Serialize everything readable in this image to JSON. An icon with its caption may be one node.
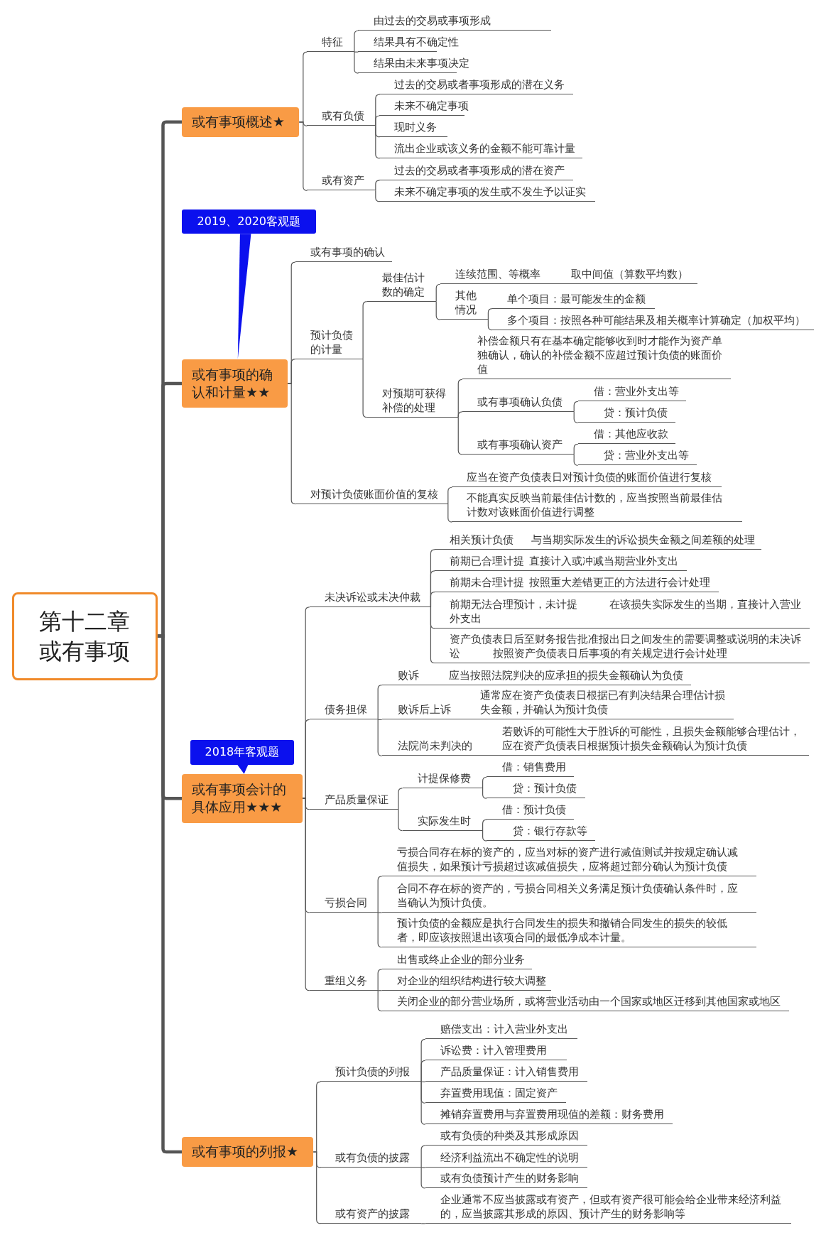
{
  "diagram": {
    "nodes": [
      {
        "text": [
          "第十二章或有事项"
        ]
      },
      {
        "text": [
          "或有事项概述★"
        ]
      },
      {
        "text": [
          "特征"
        ]
      },
      {
        "text": [
          "由过去的交易或事项形成"
        ]
      },
      {
        "text": [
          "结果具有不确定性"
        ]
      },
      {
        "text": [
          "结果由未来事项决定"
        ]
      },
      {
        "text": [
          "或有负债"
        ]
      },
      {
        "text": [
          "过去的交易或者事项形成的潜在义务"
        ]
      },
      {
        "text": [
          "未来不确定事项"
        ]
      },
      {
        "text": [
          "现时义务"
        ]
      },
      {
        "text": [
          "流出企业或该义务的金额不能可靠计量"
        ]
      },
      {
        "text": [
          "或有资产"
        ]
      },
      {
        "text": [
          "过去的交易或者事项形成的潜在资产"
        ]
      },
      {
        "text": [
          "未来不确定事项的发生或不发生予以证实"
        ]
      },
      {
        "text": [
          "2019、2020客观题"
        ]
      },
      {
        "text": [
          "或有事项的确认和计量★★"
        ]
      },
      {
        "text": [
          "或有事项的确认"
        ]
      },
      {
        "text": [
          "预计负债的计量"
        ]
      },
      {
        "text": [
          "最佳估计数的确定"
        ]
      },
      {
        "text": [
          "连续范围、等概率 取中间值（算数平均数）"
        ]
      },
      {
        "text": [
          "其他情况"
        ]
      },
      {
        "text": [
          "单个项目：最可能发生的金额"
        ]
      },
      {
        "text": [
          "多个项目：按照各种可能结果及相关概率计算确定（加权平均）"
        ]
      },
      {
        "text": [
          "对预期可获得补偿的处理"
        ]
      },
      {
        "text": [
          "补偿金额只有在基本确定能够收到时才能作为资产单独确认，确认的补偿金额不应超过预计负债的账面价值"
        ]
      },
      {
        "text": [
          "或有事项确认负债"
        ]
      },
      {
        "text": [
          "借：营业外支出等"
        ]
      },
      {
        "text": [
          "贷：预计负债"
        ]
      },
      {
        "text": [
          "或有事项确认资产"
        ]
      },
      {
        "text": [
          "借：其他应收款"
        ]
      },
      {
        "text": [
          "贷：营业外支出等"
        ]
      },
      {
        "text": [
          "对预计负债账面价值的复核"
        ]
      },
      {
        "text": [
          "应当在资产负债表日对预计负债的账面价值进行复核"
        ]
      },
      {
        "text": [
          "不能真实反映当前最佳估计数的，应当按照当前最佳估计数对该账面价值进行调整"
        ]
      },
      {
        "text": [
          "2018年客观题"
        ]
      },
      {
        "text": [
          "或有事项会计的具体应用★★★"
        ]
      },
      {
        "text": [
          "未决诉讼或未决仲裁"
        ]
      },
      {
        "text": [
          "相关预计负债 与当期实际发生的诉讼损失金额之间差额的处理"
        ]
      },
      {
        "text": [
          "前期已合理计提 直接计入或冲减当期营业外支出"
        ]
      },
      {
        "text": [
          "前期未合理计提 按照重大差错更正的方法进行会计处理"
        ]
      },
      {
        "text": [
          "前期无法合理预计，未计提 在该损失实际发生的当期，直接计入营业外支出"
        ]
      },
      {
        "text": [
          "资产负债表日后至财务报告批准报出日之间发生的需要调整或说明的未决诉讼 按照资产负债表日后事项的有关规定进行会计处理"
        ]
      },
      {
        "text": [
          "债务担保"
        ]
      },
      {
        "text": [
          "败诉",
          "应当按照法院判决的应承担的损失金额确认为负债"
        ]
      },
      {
        "text": [
          "败诉后上诉",
          "通常应在资产负债表日根据已有判决结果合理估计损失金额，并确认为预计负债"
        ]
      },
      {
        "text": [
          "法院尚未判决的",
          "若败诉的可能性大于胜诉的可能性，且损失金额能够合理估计，应在资产负债表日根据预计损失金额确认为预计负债"
        ]
      },
      {
        "text": [
          "产品质量保证"
        ]
      },
      {
        "text": [
          "计提保修费"
        ]
      },
      {
        "text": [
          "借：销售费用"
        ]
      },
      {
        "text": [
          "贷：预计负债"
        ]
      },
      {
        "text": [
          "实际发生时"
        ]
      },
      {
        "text": [
          "借：预计负债"
        ]
      },
      {
        "text": [
          "贷：银行存款等"
        ]
      },
      {
        "text": [
          "亏损合同"
        ]
      },
      {
        "text": [
          "亏损合同存在标的资产的，应当对标的资产进行减值测试并按规定确认减值损失，如果预计亏损超过该减值损失，应将超过部分确认为预计负债"
        ]
      },
      {
        "text": [
          "合同不存在标的资产的，亏损合同相关义务满足预计负债确认条件时，应当确认为预计负债。"
        ]
      },
      {
        "text": [
          "预计负债的金额应是执行合同发生的损失和撤销合同发生的损失的较低者，即应该按照退出该项合同的最低净成本计量。"
        ]
      },
      {
        "text": [
          "重组义务"
        ]
      },
      {
        "text": [
          "出售或终止企业的部分业务"
        ]
      },
      {
        "text": [
          "对企业的组织结构进行较大调整"
        ]
      },
      {
        "text": [
          "关闭企业的部分营业场所，或将营业活动由一个国家或地区迁移到其他国家或地区"
        ]
      },
      {
        "text": [
          "或有事项的列报★"
        ]
      },
      {
        "text": [
          "预计负债的列报"
        ]
      },
      {
        "text": [
          "赔偿支出：计入营业外支出"
        ]
      },
      {
        "text": [
          "诉讼费：计入管理费用"
        ]
      },
      {
        "text": [
          "产品质量保证：计入销售费用"
        ]
      },
      {
        "text": [
          "弃置费用现值：固定资产"
        ]
      },
      {
        "text": [
          "摊销弃置费用与弃置费用现值的差额：财务费用"
        ]
      },
      {
        "text": [
          "或有负债的披露"
        ]
      },
      {
        "text": [
          "或有负债的种类及其形成原因"
        ]
      },
      {
        "text": [
          "经济利益流出不确定性的说明"
        ]
      },
      {
        "text": [
          "或有负债预计产生的财务影响"
        ]
      },
      {
        "text": [
          "或有资产的披露"
        ]
      },
      {
        "text": [
          "企业通常不应当披露或有资产，但或有资产很可能会给企业带来经济利益的，应当披露其形成的原因、预计产生的财务影响等"
        ]
      }
    ],
    "edges": [
      {
        "from": 0,
        "to": 1,
        "arrow": "none",
        "style": "thick"
      },
      {
        "from": 0,
        "to": 15,
        "arrow": "none",
        "style": "thick"
      },
      {
        "from": 0,
        "to": 35,
        "arrow": "none",
        "style": "thick"
      },
      {
        "from": 0,
        "to": 61,
        "arrow": "none",
        "style": "thick"
      },
      {
        "from": 1,
        "to": 2,
        "arrow": "none"
      },
      {
        "from": 1,
        "to": 6,
        "arrow": "none"
      },
      {
        "from": 1,
        "to": 11,
        "arrow": "none"
      },
      {
        "from": 2,
        "to": 3,
        "arrow": "none"
      },
      {
        "from": 2,
        "to": 4,
        "arrow": "none"
      },
      {
        "from": 2,
        "to": 5,
        "arrow": "none"
      },
      {
        "from": 6,
        "to": 7,
        "arrow": "none"
      },
      {
        "from": 6,
        "to": 8,
        "arrow": "none"
      },
      {
        "from": 6,
        "to": 9,
        "arrow": "none"
      },
      {
        "from": 6,
        "to": 10,
        "arrow": "none"
      },
      {
        "from": 11,
        "to": 12,
        "arrow": "none"
      },
      {
        "from": 11,
        "to": 13,
        "arrow": "none"
      },
      {
        "from": 14,
        "to": 15,
        "arrow": "to",
        "color": "#0b10ee"
      },
      {
        "from": 15,
        "to": 16,
        "arrow": "none"
      },
      {
        "from": 15,
        "to": 17,
        "arrow": "none"
      },
      {
        "from": 15,
        "to": 31,
        "arrow": "none"
      },
      {
        "from": 17,
        "to": 18,
        "arrow": "none"
      },
      {
        "from": 17,
        "to": 23,
        "arrow": "none"
      },
      {
        "from": 18,
        "to": 19,
        "arrow": "none"
      },
      {
        "from": 18,
        "to": 20,
        "arrow": "none"
      },
      {
        "from": 20,
        "to": 21,
        "arrow": "none"
      },
      {
        "from": 20,
        "to": 22,
        "arrow": "none"
      },
      {
        "from": 23,
        "to": 24,
        "arrow": "none"
      },
      {
        "from": 23,
        "to": 25,
        "arrow": "none"
      },
      {
        "from": 23,
        "to": 28,
        "arrow": "none"
      },
      {
        "from": 25,
        "to": 26,
        "arrow": "none"
      },
      {
        "from": 25,
        "to": 27,
        "arrow": "none"
      },
      {
        "from": 28,
        "to": 29,
        "arrow": "none"
      },
      {
        "from": 28,
        "to": 30,
        "arrow": "none"
      },
      {
        "from": 31,
        "to": 32,
        "arrow": "none"
      },
      {
        "from": 31,
        "to": 33,
        "arrow": "none"
      },
      {
        "from": 34,
        "to": 35,
        "arrow": "to",
        "color": "#0b10ee"
      },
      {
        "from": 35,
        "to": 36,
        "arrow": "none"
      },
      {
        "from": 35,
        "to": 42,
        "arrow": "none"
      },
      {
        "from": 35,
        "to": 46,
        "arrow": "none"
      },
      {
        "from": 35,
        "to": 53,
        "arrow": "none"
      },
      {
        "from": 35,
        "to": 57,
        "arrow": "none"
      },
      {
        "from": 36,
        "to": 37,
        "arrow": "none"
      },
      {
        "from": 36,
        "to": 38,
        "arrow": "none"
      },
      {
        "from": 36,
        "to": 39,
        "arrow": "none"
      },
      {
        "from": 36,
        "to": 40,
        "arrow": "none"
      },
      {
        "from": 36,
        "to": 41,
        "arrow": "none"
      },
      {
        "from": 42,
        "to": 43,
        "arrow": "none"
      },
      {
        "from": 42,
        "to": 44,
        "arrow": "none"
      },
      {
        "from": 42,
        "to": 45,
        "arrow": "none"
      },
      {
        "from": 46,
        "to": 47,
        "arrow": "none"
      },
      {
        "from": 46,
        "to": 50,
        "arrow": "none"
      },
      {
        "from": 47,
        "to": 48,
        "arrow": "none"
      },
      {
        "from": 47,
        "to": 49,
        "arrow": "none"
      },
      {
        "from": 50,
        "to": 51,
        "arrow": "none"
      },
      {
        "from": 50,
        "to": 52,
        "arrow": "none"
      },
      {
        "from": 53,
        "to": 54,
        "arrow": "none"
      },
      {
        "from": 53,
        "to": 55,
        "arrow": "none"
      },
      {
        "from": 53,
        "to": 56,
        "arrow": "none"
      },
      {
        "from": 57,
        "to": 58,
        "arrow": "none"
      },
      {
        "from": 57,
        "to": 59,
        "arrow": "none"
      },
      {
        "from": 57,
        "to": 60,
        "arrow": "none"
      },
      {
        "from": 61,
        "to": 62,
        "arrow": "none"
      },
      {
        "from": 61,
        "to": 68,
        "arrow": "none"
      },
      {
        "from": 61,
        "to": 72,
        "arrow": "none"
      },
      {
        "from": 62,
        "to": 63,
        "arrow": "none"
      },
      {
        "from": 62,
        "to": 64,
        "arrow": "none"
      },
      {
        "from": 62,
        "to": 65,
        "arrow": "none"
      },
      {
        "from": 62,
        "to": 66,
        "arrow": "none"
      },
      {
        "from": 62,
        "to": 67,
        "arrow": "none"
      },
      {
        "from": 68,
        "to": 69,
        "arrow": "none"
      },
      {
        "from": 68,
        "to": 70,
        "arrow": "none"
      },
      {
        "from": 68,
        "to": 71,
        "arrow": "none"
      },
      {
        "from": 72,
        "to": 73,
        "arrow": "none"
      }
    ]
  }
}
